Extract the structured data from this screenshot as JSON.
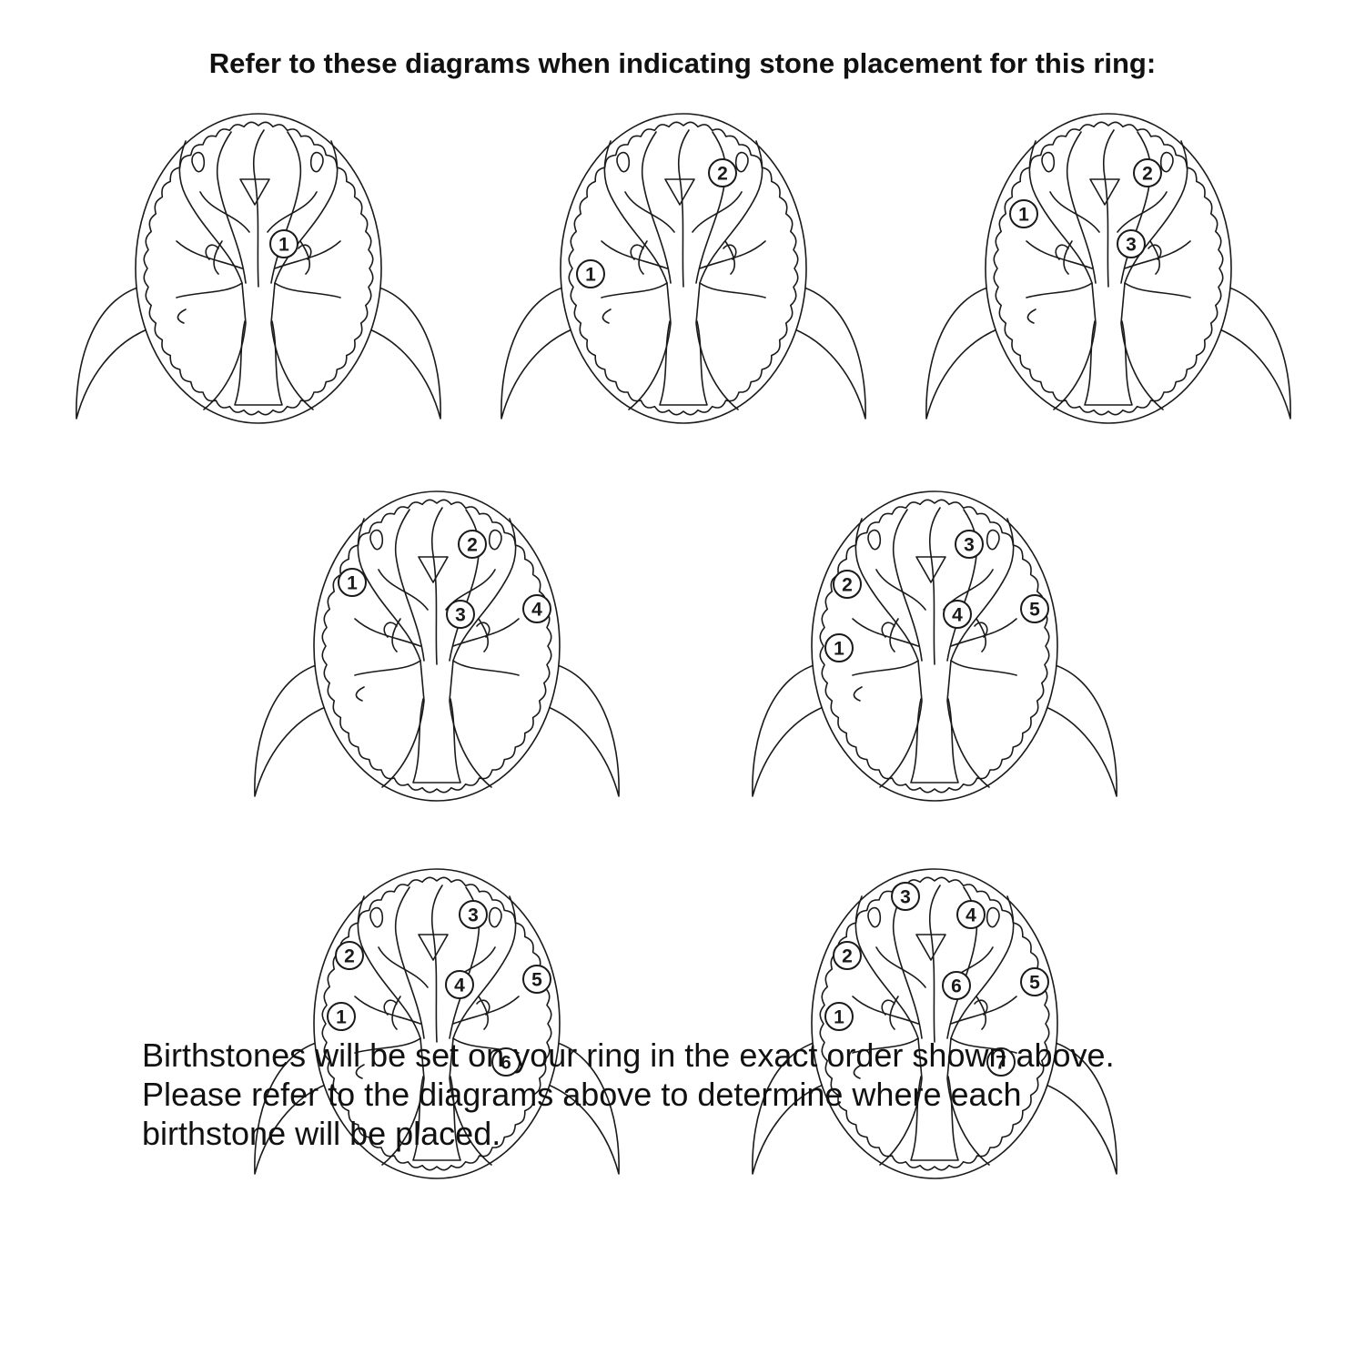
{
  "title": "Refer to these diagrams when indicating stone placement for this ring:",
  "diagrams": [
    {
      "stones": [
        {
          "number": "1"
        }
      ]
    },
    {
      "stones": [
        {
          "number": "1"
        },
        {
          "number": "2"
        }
      ]
    },
    {
      "stones": [
        {
          "number": "1"
        },
        {
          "number": "2"
        },
        {
          "number": "3"
        }
      ]
    },
    {
      "stones": [
        {
          "number": "1"
        },
        {
          "number": "2"
        },
        {
          "number": "3"
        },
        {
          "number": "4"
        }
      ]
    },
    {
      "stones": [
        {
          "number": "1"
        },
        {
          "number": "2"
        },
        {
          "number": "3"
        },
        {
          "number": "4"
        },
        {
          "number": "5"
        }
      ]
    },
    {
      "stones": [
        {
          "number": "1"
        },
        {
          "number": "2"
        },
        {
          "number": "3"
        },
        {
          "number": "4"
        },
        {
          "number": "5"
        },
        {
          "number": "6"
        }
      ]
    },
    {
      "stones": [
        {
          "number": "1"
        },
        {
          "number": "2"
        },
        {
          "number": "3"
        },
        {
          "number": "4"
        },
        {
          "number": "5"
        },
        {
          "number": "6"
        },
        {
          "number": "7"
        }
      ]
    }
  ],
  "footer": {
    "line1": "Birthstones will be set on your ring in the exact order shown above.",
    "line2": "Please refer to the diagrams above to determine where each",
    "line3": "birthstone will be placed."
  }
}
